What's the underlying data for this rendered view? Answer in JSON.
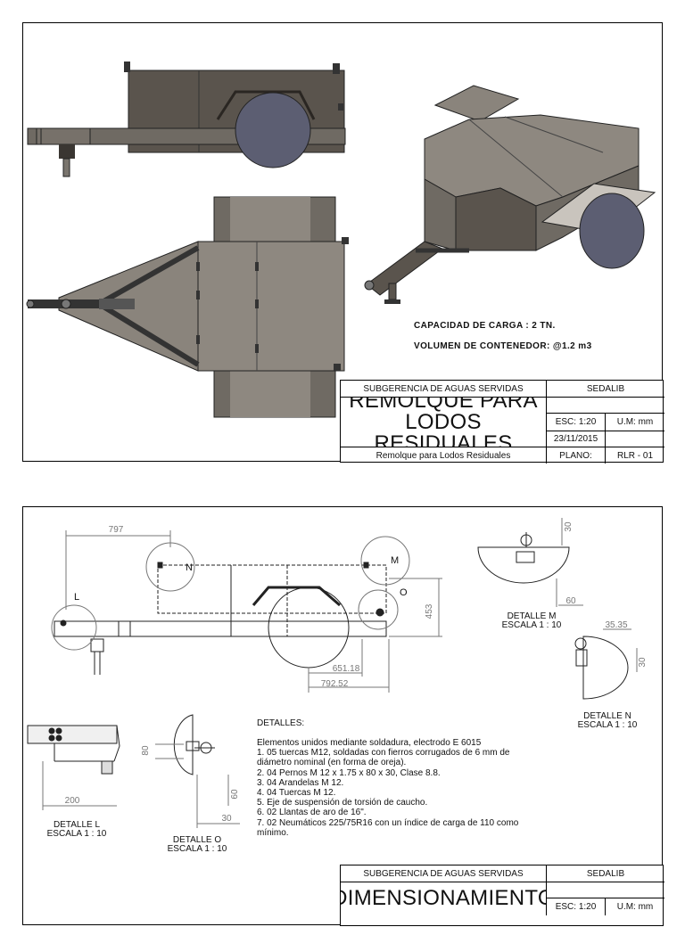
{
  "sheet1": {
    "capacity_text": "CAPACIDAD DE CARGA : 2 TN.",
    "volume_text": "VOLUMEN DE CONTENEDOR: @1.2 m3",
    "titleblock": {
      "org": "SUBGERENCIA DE AGUAS SERVIDAS",
      "company": "SEDALIB",
      "title_line1": "REMOLQUE PARA",
      "title_line2": "LODOS RESIDUALES",
      "scale": "ESC: 1:20",
      "units": "U.M: mm",
      "date": "23/11/2015",
      "description": "Remolque para Lodos Residuales",
      "plano_label": "PLANO:",
      "plano_number": "RLR - 01"
    }
  },
  "sheet2": {
    "dimensions": {
      "d797": "797",
      "d453": "453",
      "d651": "651.18",
      "d792": "792.52",
      "d30_m": "30",
      "d60_m": "60",
      "d3535": "35.35",
      "d30_n": "30",
      "d80": "80",
      "d60_o": "60",
      "d30_o": "30",
      "d200": "200"
    },
    "callouts": {
      "L": "L",
      "M": "M",
      "N": "N",
      "O": "O"
    },
    "details": {
      "M": {
        "name": "DETALLE M",
        "scale": "ESCALA 1 : 10"
      },
      "N": {
        "name": "DETALLE N",
        "scale": "ESCALA 1 : 10"
      },
      "L": {
        "name": "DETALLE L",
        "scale": "ESCALA 1 : 10"
      },
      "O": {
        "name": "DETALLE O",
        "scale": "ESCALA 1 : 10"
      }
    },
    "notes": {
      "header": "DETALLES:",
      "lines": [
        "Elementos unidos mediante soldadura, electrodo E 6015",
        "1. 05 tuercas M12, soldadas con fierros corrugados de 6 mm de",
        "diámetro nominal (en forma de oreja).",
        "2. 04 Pernos M 12 x 1.75 x 80 x 30, Clase 8.8.",
        "3. 04 Arandelas M 12.",
        "4. 04 Tuercas M 12.",
        "5. Eje de suspensión de torsión de caucho.",
        "6. 02 Llantas de aro de 16\".",
        "7. 02 Neumáticos 225/75R16 con un índice de carga de 110 como",
        "mínimo."
      ]
    },
    "titleblock": {
      "org": "SUBGERENCIA DE AGUAS SERVIDAS",
      "company": "SEDALIB",
      "title": "DIMENSIONAMIENTO",
      "scale": "ESC: 1:20",
      "units": "U.M: mm"
    }
  },
  "colors": {
    "body_dark": "#5a544d",
    "body_light": "#8e8880",
    "wheel": "#5c5e72",
    "line": "#000000",
    "dim": "#777777"
  }
}
